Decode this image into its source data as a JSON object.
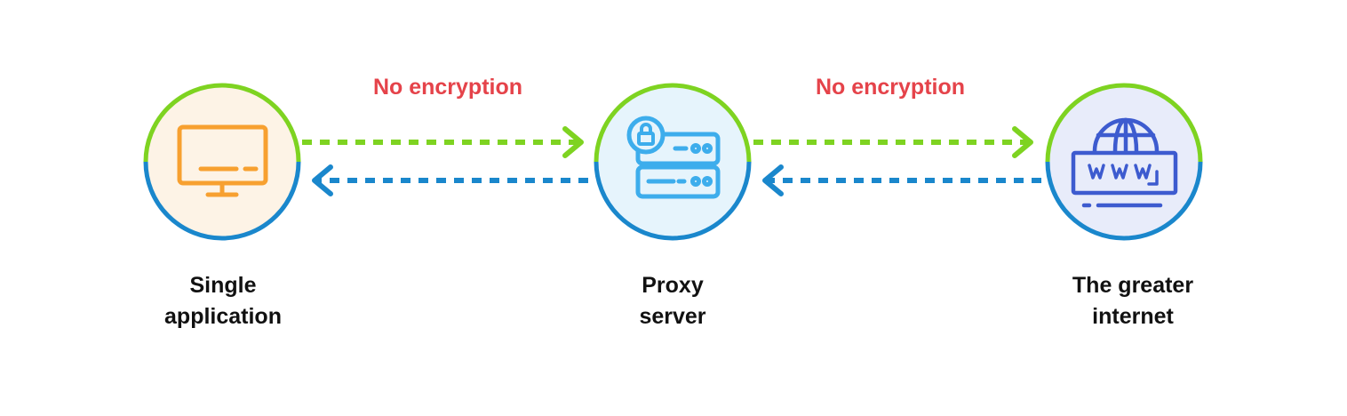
{
  "connections": {
    "left_label": "No encryption",
    "right_label": "No encryption"
  },
  "nodes": [
    {
      "line1": "Single",
      "line2": "application",
      "icon": "monitor-icon"
    },
    {
      "line1": "Proxy",
      "line2": "server",
      "icon": "server-lock-icon"
    },
    {
      "line1": "The greater",
      "line2": "internet",
      "icon": "globe-www-icon"
    }
  ],
  "colors": {
    "green": "#7ed321",
    "blue": "#1a87cc",
    "red": "#e5434a",
    "orange": "#f7a030",
    "light_blue": "#3dadec",
    "navy": "#3d5bcf"
  }
}
